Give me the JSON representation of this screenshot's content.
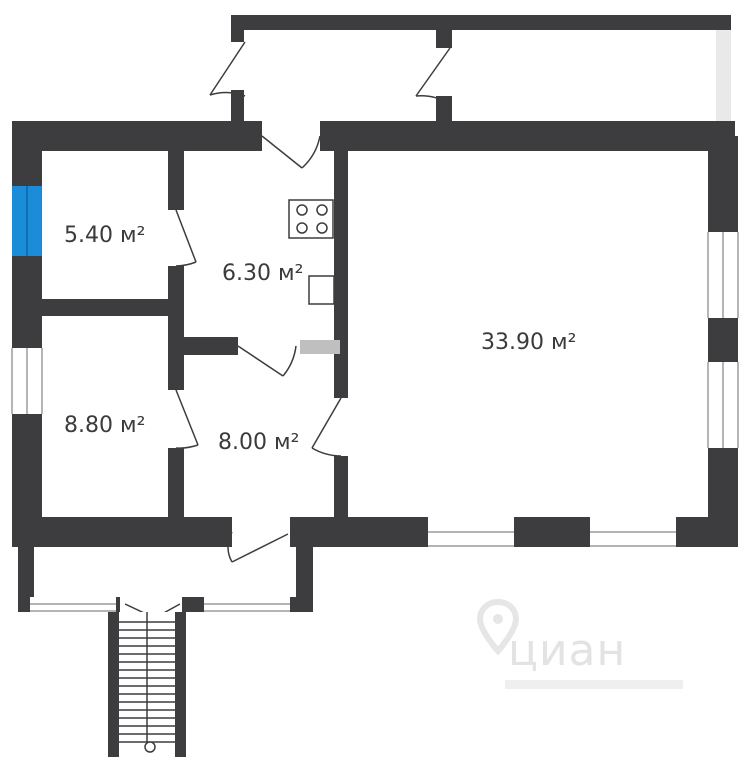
{
  "colors": {
    "wall": "#3d3d3f",
    "wall_light": "#e9e9e9",
    "floor": "#ffffff",
    "window_fill": "#ffffff",
    "window_line": "#9c9c9c",
    "highlight_window": "#1a8cd8",
    "watermark": "#e3e3e3"
  },
  "rooms": [
    {
      "id": "room-small-left",
      "area": "5.40 м²"
    },
    {
      "id": "room-kitchen",
      "area": "6.30 м²"
    },
    {
      "id": "room-main",
      "area": "33.90 м²"
    },
    {
      "id": "room-bottom-left",
      "area": "8.80 м²"
    },
    {
      "id": "room-hall",
      "area": "8.00 м²"
    }
  ],
  "watermark": {
    "brand": "циан",
    "icon": "location-pin-icon"
  },
  "icons": [
    "stove-icon",
    "sink-icon",
    "staircase-icon"
  ]
}
